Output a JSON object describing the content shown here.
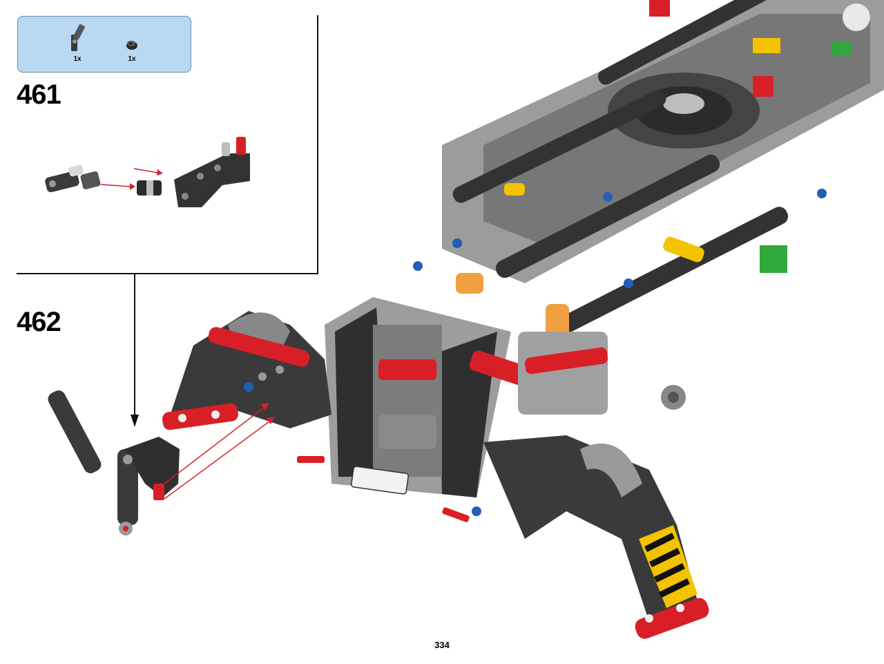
{
  "parts_list": {
    "items": [
      {
        "icon": "angle-connector-icon",
        "qty": "1x"
      },
      {
        "icon": "bush-icon",
        "qty": "1x"
      }
    ]
  },
  "steps": [
    {
      "number": "461"
    },
    {
      "number": "462"
    }
  ],
  "colors": {
    "dark_grey": "#3a3a3a",
    "light_grey": "#a8a8a8",
    "red": "#d91f26",
    "yellow": "#f3c300",
    "orange": "#f0a040",
    "blue": "#1f5fb5",
    "green": "#2fa83c",
    "parts_box": "#b9d8f2",
    "arrow": "#d0222a"
  },
  "page": {
    "number": "334"
  }
}
